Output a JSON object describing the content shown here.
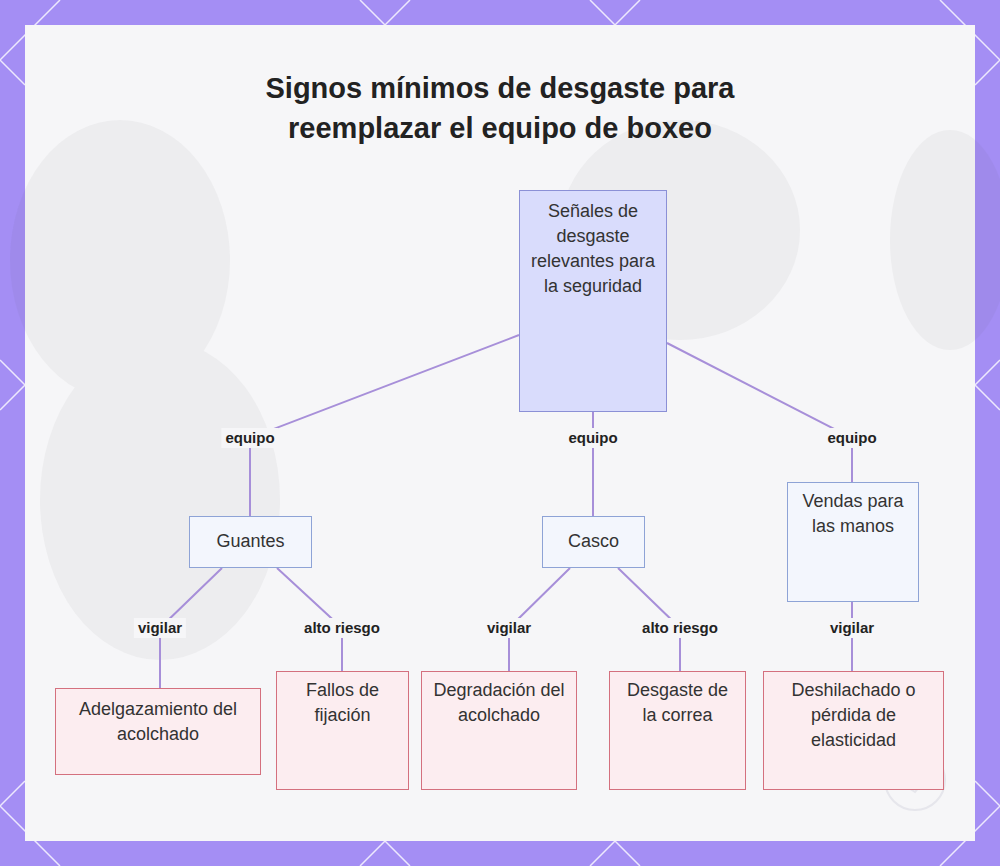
{
  "diagram": {
    "title": "Signos mínimos de desgaste para reemplazar el equipo de boxeo",
    "nodes": [
      {
        "text": [
          "Señales de desgaste relevantes para la seguridad"
        ]
      },
      {
        "text": [
          "Guantes"
        ]
      },
      {
        "text": [
          "Casco"
        ]
      },
      {
        "text": [
          "Vendas para las manos"
        ]
      },
      {
        "text": [
          "Adelgazamiento del acolchado"
        ]
      },
      {
        "text": [
          "Fallos de fijación"
        ]
      },
      {
        "text": [
          "Degradación del acolchado"
        ]
      },
      {
        "text": [
          "Desgaste de la correa"
        ]
      },
      {
        "text": [
          "Deshilachado o pérdida de elasticidad"
        ]
      }
    ],
    "edges": [
      {
        "from": 0,
        "to": 1,
        "label": "equipo",
        "arrow": "none"
      },
      {
        "from": 0,
        "to": 2,
        "label": "equipo",
        "arrow": "none"
      },
      {
        "from": 0,
        "to": 3,
        "label": "equipo",
        "arrow": "none"
      },
      {
        "from": 1,
        "to": 4,
        "label": "vigilar",
        "arrow": "none"
      },
      {
        "from": 1,
        "to": 5,
        "label": "alto riesgo",
        "arrow": "none"
      },
      {
        "from": 2,
        "to": 6,
        "label": "vigilar",
        "arrow": "none"
      },
      {
        "from": 2,
        "to": 7,
        "label": "alto riesgo",
        "arrow": "none"
      },
      {
        "from": 3,
        "to": 8,
        "label": "vigilar",
        "arrow": "none"
      }
    ]
  }
}
